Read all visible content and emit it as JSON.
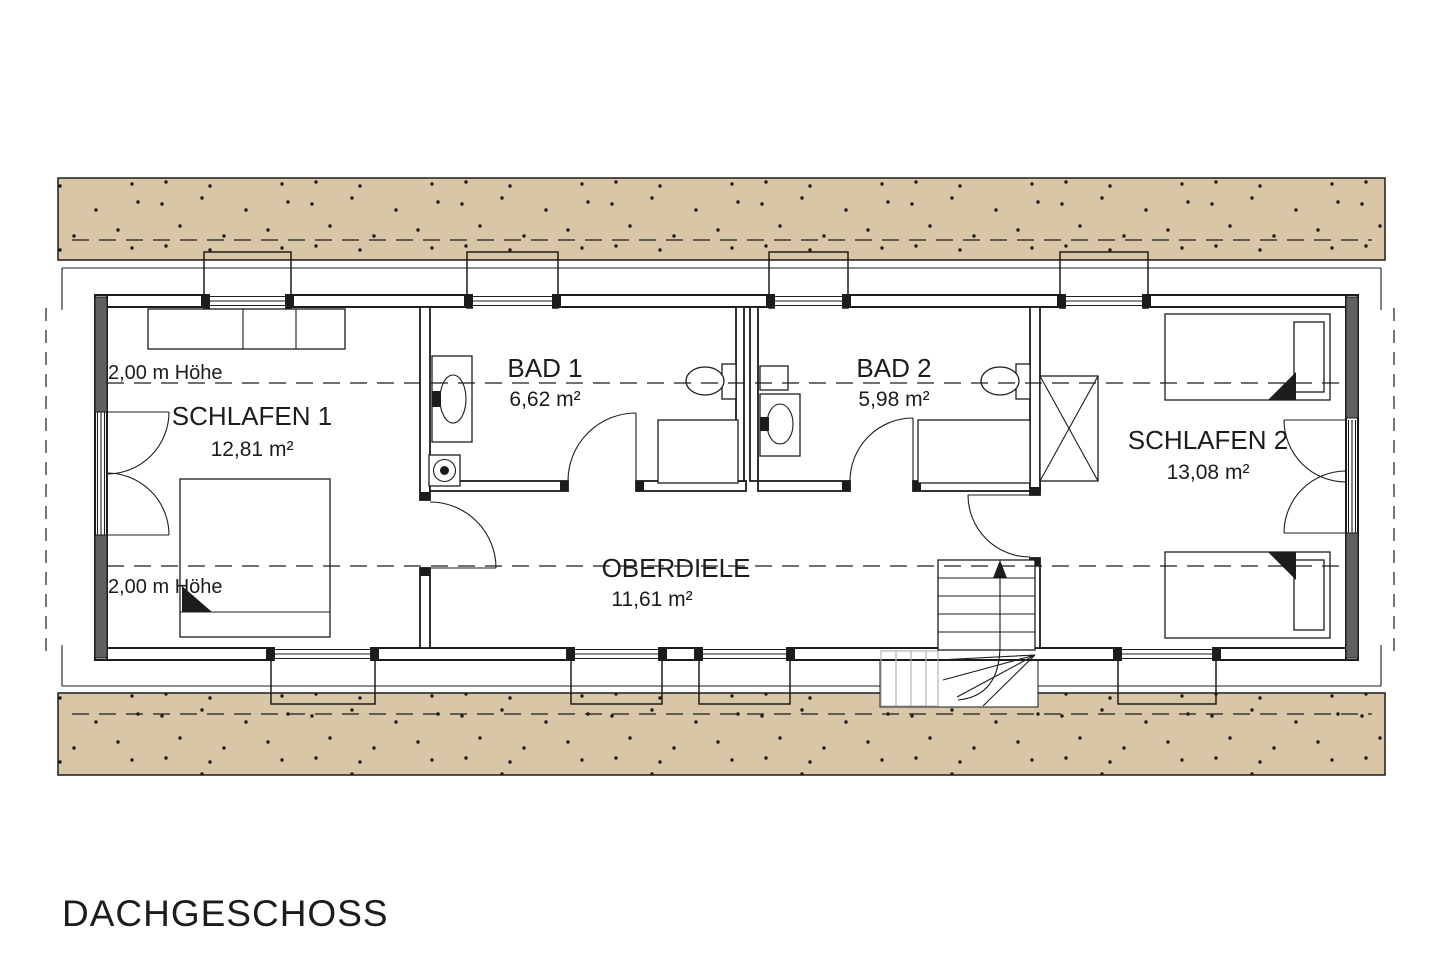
{
  "title": "DACHGESCHOSS",
  "rooms": {
    "schlafen1": {
      "name": "SCHLAFEN 1",
      "area": "12,81 m²"
    },
    "bad1": {
      "name": "BAD 1",
      "area": "6,62 m²"
    },
    "bad2": {
      "name": "BAD 2",
      "area": "5,98 m²"
    },
    "schlafen2": {
      "name": "SCHLAFEN 2",
      "area": "13,08 m²"
    },
    "oberdiele": {
      "name": "OBERDIELE",
      "area": "11,61 m²"
    }
  },
  "annotations": {
    "height_line_top": "2,00 m Höhe",
    "height_line_bottom": "2,00 m Höhe"
  },
  "colors": {
    "roof_band": "#d9c6a6",
    "wall_dark": "#606060",
    "line": "#1c1c1c"
  }
}
